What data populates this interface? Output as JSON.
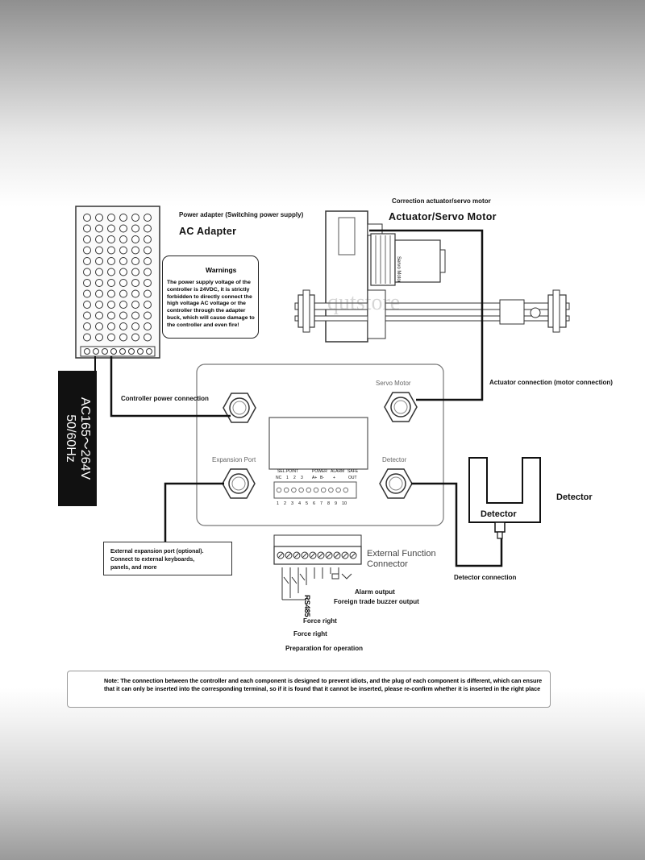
{
  "power_adapter": {
    "subtitle": "Power adapter (Switching power supply)",
    "title": "AC Adapter",
    "voltage_line1": "AC165～264V",
    "voltage_line2": "50/60Hz"
  },
  "warning": {
    "title": "Warnings",
    "text": "The power supply voltage of the controller is 24VDC, it is strictly forbidden to directly connect the high voltage AC voltage or the controller through the adapter buck, which will cause damage to the controller and even fire!"
  },
  "actuator": {
    "subtitle": "Correction actuator/servo motor",
    "title": "Actuator/Servo Motor",
    "motor_label": "Servo Motor",
    "connection_label": "Actuator connection (motor connection)"
  },
  "controller": {
    "servo_port_label": "Servo Motor",
    "expansion_port_label": "Expansion Port",
    "detector_port_label": "Detector",
    "power_connection_label": "Controller power connection",
    "terminal_group_labels": [
      "SEL.POINT",
      "POWER",
      "ALARM",
      "SAFE"
    ],
    "terminal_sub_labels": [
      "NC",
      "1",
      "2",
      "3",
      "A+",
      "B-",
      "+",
      "OUT"
    ],
    "terminal_numbers": [
      "1",
      "2",
      "3",
      "4",
      "5",
      "6",
      "7",
      "8",
      "9",
      "10"
    ]
  },
  "expansion": {
    "text_line1": "External expansion port (optional).",
    "text_line2": "Connect to external keyboards,",
    "text_line3": "panels, and more"
  },
  "external_connector": {
    "title_line1": "External Function",
    "title_line2": "Connector",
    "rs485": "RS485",
    "alarm_output": "Alarm output",
    "buzzer_output": "Foreign trade buzzer output",
    "force_right_1": "Force right",
    "force_right_2": "Force right",
    "preparation": "Preparation for operation"
  },
  "detector": {
    "box_label": "Detector",
    "side_label": "Detector",
    "connection_label": "Detector connection"
  },
  "note": {
    "text": "Note: The connection between the controller and each component is designed to prevent idiots, and the plug of each component is different, which can ensure that it can only be inserted into the corresponding terminal, so if it is found that it cannot be inserted, please re-confirm whether it is inserted in the right place"
  },
  "watermark": "qutstore"
}
